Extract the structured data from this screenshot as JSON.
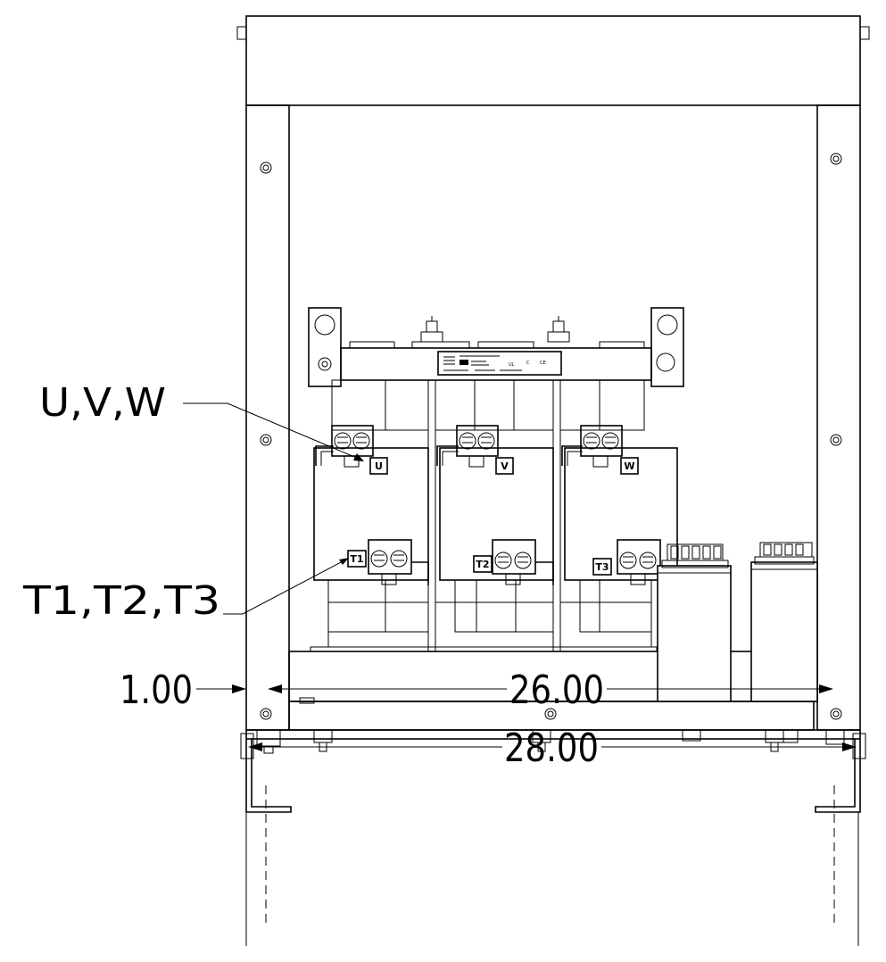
{
  "labels": {
    "input_terminals": "U,V,W",
    "output_terminals": "T1,T2,T3"
  },
  "terminal_tags": {
    "u": "U",
    "v": "V",
    "w": "W",
    "t1": "T1",
    "t2": "T2",
    "t3": "T3"
  },
  "dimensions": {
    "side_offset": "1.00",
    "mount_spacing": "26.00",
    "overall_width": "28.00"
  }
}
